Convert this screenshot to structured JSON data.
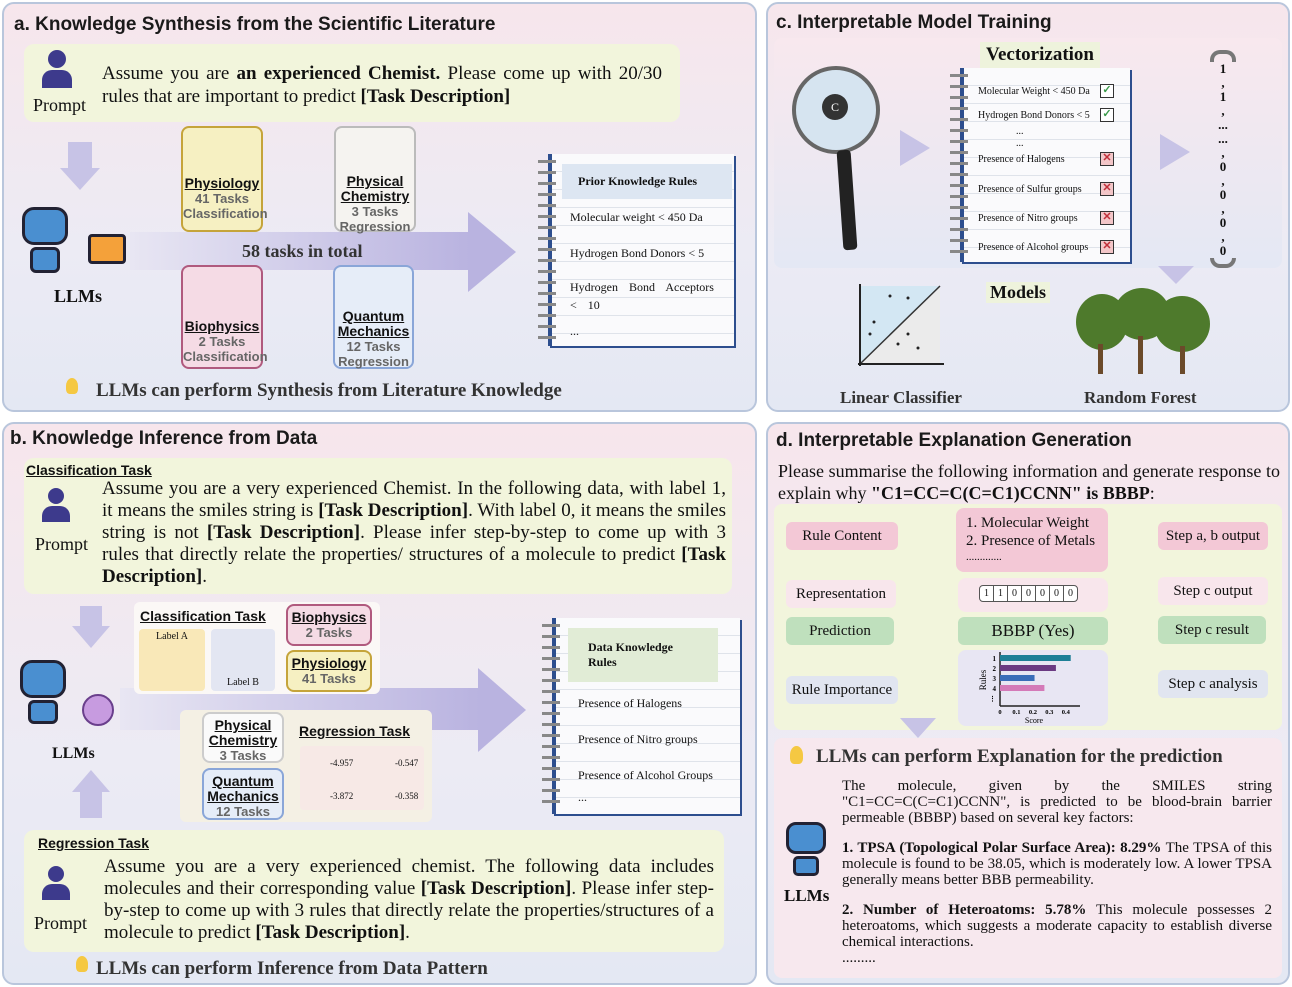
{
  "panel_a": {
    "title": "a. Knowledge Synthesis from the Scientific Literature",
    "prompt_label": "Prompt",
    "prompt_text_1": "Assume you are ",
    "prompt_bold_1": "an experienced Chemist.",
    "prompt_text_2": " Please come up with 20/30 rules that are important to predict ",
    "prompt_bold_2": "[Task Description]",
    "llm_label": "LLMs",
    "total": "58 tasks in total",
    "tasks": [
      {
        "name": "Physiology",
        "count": "41 Tasks",
        "type": "Classification"
      },
      {
        "name": "Physical Chemistry",
        "count": "3 Tasks",
        "type": "Regression"
      },
      {
        "name": "Biophysics",
        "count": "2 Tasks",
        "type": "Classification"
      },
      {
        "name": "Quantum Mechanics",
        "count": "12 Tasks",
        "type": "Regression"
      }
    ],
    "notebook_title": "Prior Knowledge Rules",
    "rules": [
      "Molecular weight < 450 Da",
      "Hydrogen Bond Donors < 5",
      "Hydrogen Bond Acceptors < 10",
      "..."
    ],
    "footer": "LLMs can perform Synthesis from Literature Knowledge"
  },
  "panel_b": {
    "title": "b. Knowledge Inference from Data",
    "cls_heading": "Classification Task",
    "prompt_label": "Prompt",
    "cls_text_1": "Assume you are a very experienced Chemist. In the following data, with label 1, it means the smiles string is ",
    "cls_bold": "[Task Description]",
    "cls_text_2": ". With label 0, it means the smiles string is not ",
    "cls_text_3": ". Please infer step-by-step to come up with 3 rules that directly relate the properties/ structures of a molecule to predict ",
    "llm_label": "LLMs",
    "cls_task_title": "Classification Task",
    "label_a": "Label A",
    "label_b": "Label B",
    "biophysics": {
      "name": "Biophysics",
      "count": "2 Tasks"
    },
    "physiology": {
      "name": "Physiology",
      "count": "41 Tasks"
    },
    "physchem": {
      "name": "Physical Chemistry",
      "count": "3 Tasks"
    },
    "quantum": {
      "name": "Quantum Mechanics",
      "count": "12 Tasks"
    },
    "reg_task_title": "Regression Task",
    "reg_values": [
      "-4.957",
      "-0.547",
      "-3.872",
      "-0.358"
    ],
    "notebook_title": "Data Knowledge Rules",
    "rules": [
      "Presence of Halogens",
      "Presence of Nitro groups",
      "Presence of Alcohol Groups",
      "..."
    ],
    "reg_heading": "Regression Task",
    "reg_text_1": "Assume you are a very experienced chemist. The following data includes molecules and their corresponding value ",
    "reg_bold": "[Task Description]",
    "reg_text_2": ". Please infer step-by-step to come up with 3 rules that directly relate the properties/structures of a molecule to predict ",
    "footer": "LLMs can perform Inference from Data Pattern"
  },
  "panel_c": {
    "title": "c. Interpretable Model Training",
    "vectorization": "Vectorization",
    "rules": [
      {
        "text": "Molecular Weight < 450 Da",
        "ok": true
      },
      {
        "text": "Hydrogen Bond Donors < 5",
        "ok": true
      },
      {
        "text": "...",
        "ok": null
      },
      {
        "text": "...",
        "ok": null
      },
      {
        "text": "Presence of Halogens",
        "ok": false
      },
      {
        "text": "Presence of Sulfur groups",
        "ok": false
      },
      {
        "text": "Presence of Nitro groups",
        "ok": false
      },
      {
        "text": "Presence of Alcohol groups",
        "ok": false
      }
    ],
    "vector": [
      "1",
      ",",
      "1",
      ",",
      "...",
      "...",
      ",",
      "0",
      ",",
      "0",
      ",",
      "0",
      ",",
      "0"
    ],
    "models": "Models",
    "linear": "Linear Classifier",
    "forest": "Random Forest"
  },
  "panel_d": {
    "title": "d. Interpretable Explanation Generation",
    "prompt_1": "Please summarise the following information and generate response to explain why ",
    "prompt_bold": "\"C1=CC=C(C=C1)CCNN\" is BBBP",
    "prompt_end": ":",
    "left": [
      "Rule Content",
      "Representation",
      "Prediction",
      "Rule Importance"
    ],
    "right": [
      "Step a, b output",
      "Step c output",
      "Step c result",
      "Step c analysis"
    ],
    "rule_content": [
      "1. Molecular Weight",
      "2. Presence of Metals",
      "............."
    ],
    "representation": [
      "1",
      "1",
      "0",
      "0",
      "0",
      "0",
      "0"
    ],
    "prediction": "BBBP (Yes)",
    "chart": {
      "ylabel": "Rules",
      "xlabel": "Score",
      "yticks": [
        "1",
        "2",
        "3",
        "4",
        "⋮"
      ],
      "xticks": [
        "0",
        "0.1",
        "0.2",
        "0.3",
        "0.4"
      ],
      "values": [
        0.43,
        0.34,
        0.21,
        0.27
      ],
      "colors": [
        "#1d7f96",
        "#6b3a82",
        "#3a6db8",
        "#d47ab8"
      ]
    },
    "heading": "LLMs can perform Explanation for the prediction",
    "llm_label": "LLMs",
    "intro": "The molecule, given by the SMILES string \"C1=CC=C(C=C1)CCNN\", is predicted to be blood-brain barrier permeable (BBBP) based on several key factors:",
    "f1_bold": "1. TPSA (Topological Polar Surface Area): 8.29%",
    "f1_text": " The TPSA of this molecule is found to be 38.05, which is moderately low. A lower TPSA generally means better BBB permeability.",
    "f2_bold": "2. Number of Heteroatoms: 5.78%",
    "f2_text": " This molecule possesses 2 heteroatoms, which suggests a moderate capacity to establish diverse chemical interactions.",
    "ellipsis": "........."
  }
}
